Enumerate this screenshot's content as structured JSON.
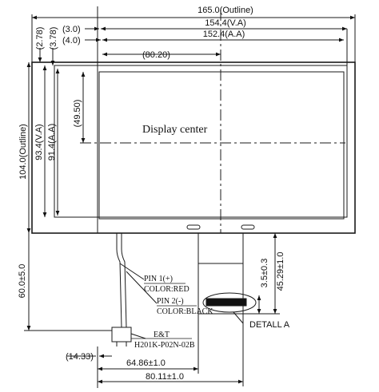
{
  "dimensions": {
    "outline_w": "165.0(Outline)",
    "va_w": "154.4(V.A)",
    "aa_w": "152.4(A.A)",
    "left_3": "(3.0)",
    "left_4": "(4.0)",
    "center_x": "(80.20)",
    "top_278": "(2.78)",
    "top_378": "(3.78)",
    "outline_h": "104.0(Outline)",
    "va_h": "93.4(V.A)",
    "aa_h": "91.4(A.A)",
    "center_y": "(49.50)",
    "tail_len": "60.0±5.0",
    "tail_w": "3.5±0.3",
    "tail_h": "45.29±1.0",
    "conn_off": "(14.33)",
    "tail_x1": "64.86±1.0",
    "tail_x2": "80.11±1.0"
  },
  "labels": {
    "display_center": "Display center",
    "pin1": "PIN 1(+)",
    "pin1_color": "COLOR:RED",
    "pin2": "PIN 2(-)",
    "pin2_color": "COLOR:BLACK",
    "maker": "E&T",
    "connector": "H201K-P02N-02B",
    "detail": "DETALL A"
  }
}
